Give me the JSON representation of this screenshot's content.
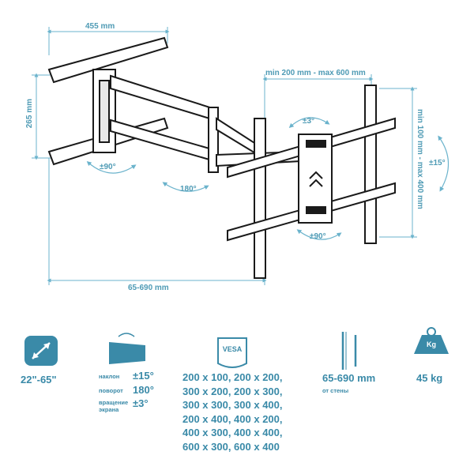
{
  "dimensions": {
    "width_455": "455 mm",
    "height_265": "265 mm",
    "vesa_width": "min 200 mm - max 600 mm",
    "vesa_height": "min 100 mm - max 400 mm",
    "depth": "65-690 mm"
  },
  "motion_badges": {
    "swivel_left": "±90°",
    "arm_rotation": "180°",
    "screen_rotation": "±3°",
    "swivel_right": "±90°",
    "tilt": "±15°"
  },
  "specs": {
    "screen_size": "22\"-65\"",
    "tilt_label": "наклон",
    "tilt_value": "±15°",
    "swivel_label": "поворот",
    "swivel_value": "180°",
    "rotation_label": "вращение экрана",
    "rotation_value": "±3°",
    "vesa_badge": "VESA",
    "vesa_sizes": [
      "200 x 100, 200 x 200,",
      "300 x 200, 200 x 300,",
      "300 x 300, 300 x 400,",
      "200 x 400, 400 x 200,",
      "400 x 300, 400 x 400,",
      "600 x 300, 600 x 400"
    ],
    "wall_distance_value": "65-690 mm",
    "wall_distance_label": "от стены",
    "weight_icon_label": "Kg",
    "weight_value": "45 kg"
  },
  "colors": {
    "accent": "#3a8aa8",
    "dimension": "#6bb3cc",
    "line": "#1a1a1a"
  }
}
